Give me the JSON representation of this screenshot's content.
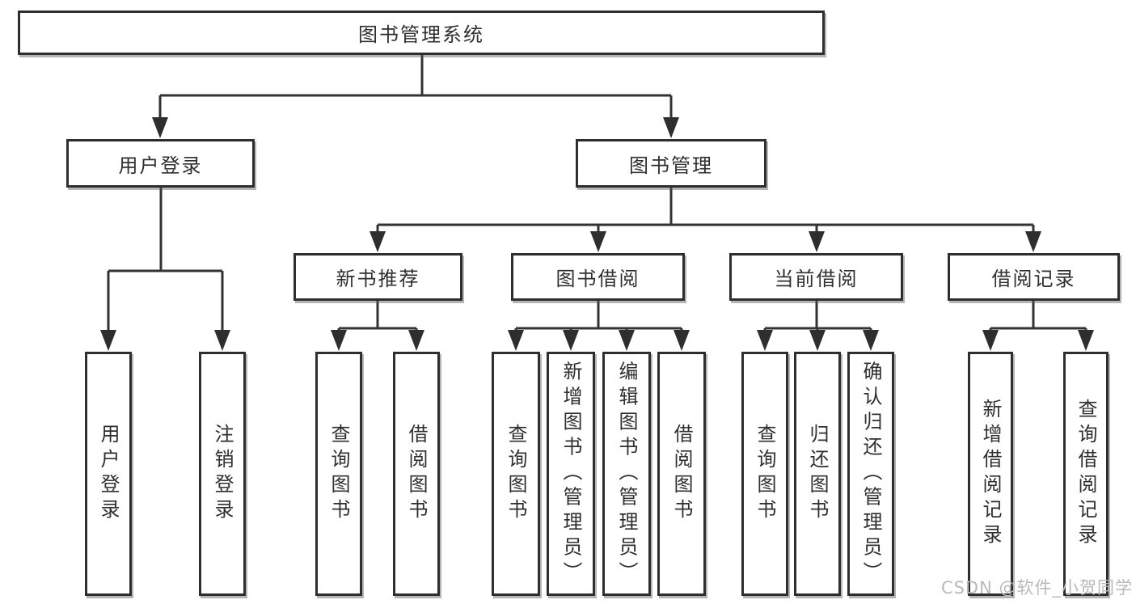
{
  "tree": {
    "root": "图书管理系统",
    "children": [
      {
        "label": "用户登录",
        "children": [
          {
            "label": "用户登录"
          },
          {
            "label": "注销登录"
          }
        ]
      },
      {
        "label": "图书管理",
        "children": [
          {
            "label": "新书推荐",
            "children": [
              {
                "label": "查询图书"
              },
              {
                "label": "借阅图书"
              }
            ]
          },
          {
            "label": "图书借阅",
            "children": [
              {
                "label": "查询图书"
              },
              {
                "label": "新增图书（管理员）"
              },
              {
                "label": "编辑图书（管理员）"
              },
              {
                "label": "借阅图书"
              }
            ]
          },
          {
            "label": "当前借阅",
            "children": [
              {
                "label": "查询图书"
              },
              {
                "label": "归还图书"
              },
              {
                "label": "确认归还（管理员）"
              }
            ]
          },
          {
            "label": "借阅记录",
            "children": [
              {
                "label": "新增借阅记录"
              },
              {
                "label": "查询借阅记录"
              }
            ]
          }
        ]
      }
    ]
  },
  "watermark": "CSDN @软件_小贺同学",
  "colors": {
    "line": "#333333",
    "box_border": "#2e2e2e",
    "text": "#2f2f2f",
    "watermark": "#b9b9b9",
    "background": "#ffffff"
  }
}
